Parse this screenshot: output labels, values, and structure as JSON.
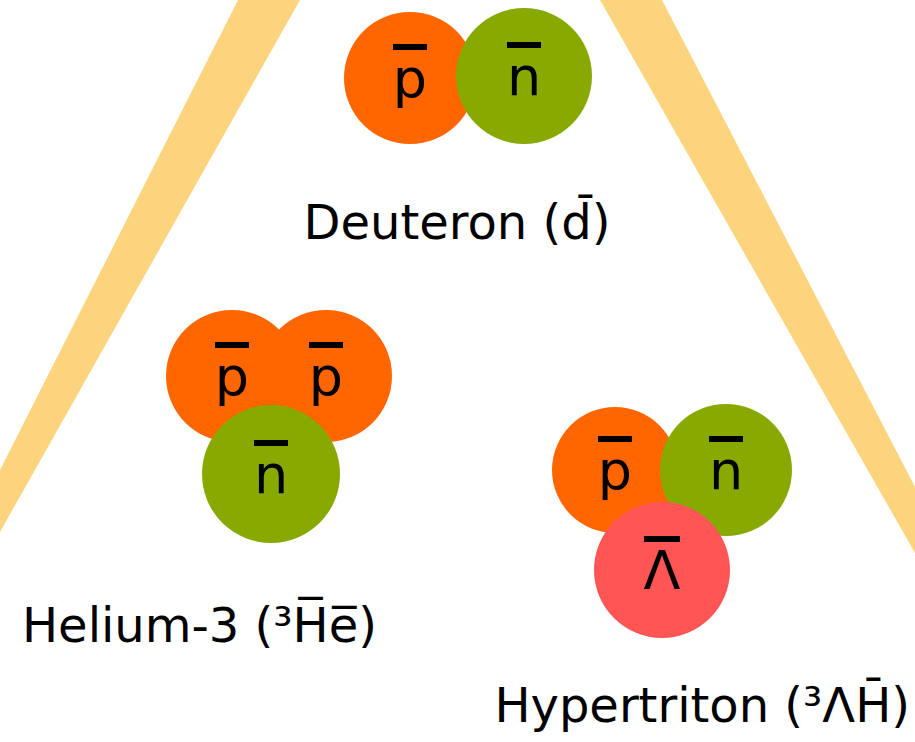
{
  "diagram": {
    "nodes": [
      {
        "text": [
          "p"
        ]
      },
      {
        "text": [
          "n"
        ]
      },
      {
        "text": [
          "p"
        ]
      },
      {
        "text": [
          "p"
        ]
      },
      {
        "text": [
          "n"
        ]
      },
      {
        "text": [
          "p"
        ]
      },
      {
        "text": [
          "n"
        ]
      },
      {
        "text": [
          "Λ"
        ]
      }
    ],
    "labels": [
      "Deuteron (d̄)",
      "Helium-3 (³H̅e̅)",
      "Hypertriton (³ΛH̄)"
    ]
  }
}
